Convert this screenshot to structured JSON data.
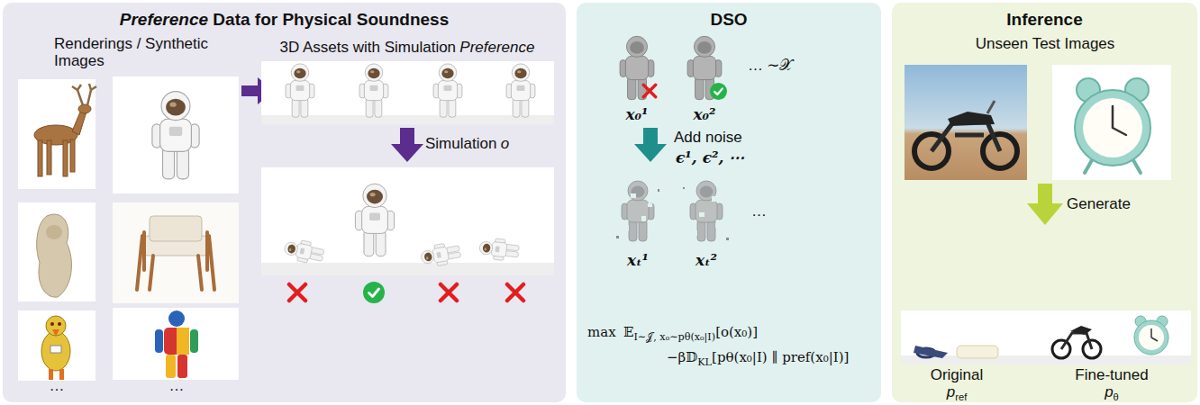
{
  "diagram": {
    "nodes": [
      {
        "text": [
          "Preference",
          "Data for Physical Soundness"
        ]
      },
      {
        "text": [
          "DSO"
        ]
      },
      {
        "text": [
          "Inference"
        ]
      }
    ],
    "labels": [
      "Renderings / Synthetic Images",
      "3D Assets with Simulation",
      "Preference",
      "Simulation",
      "o",
      "…",
      "…",
      "x₀¹",
      "x₀²",
      "…",
      "∼𝒳",
      "Add noise",
      "ϵ¹, ϵ², ⋯",
      "xₜ¹",
      "xₜ²",
      "…",
      "max",
      "𝔼",
      "I∼𝒥, x₀∼pθ(x₀|I)",
      "[o(x₀)]",
      "−β𝔻",
      "KL",
      "[pθ(x₀|I) ∥ pref(x₀|I)]",
      "Unseen Test Images",
      "Generate",
      "Original",
      "p",
      "ref",
      "Fine-tuned",
      "p",
      "θ"
    ]
  }
}
